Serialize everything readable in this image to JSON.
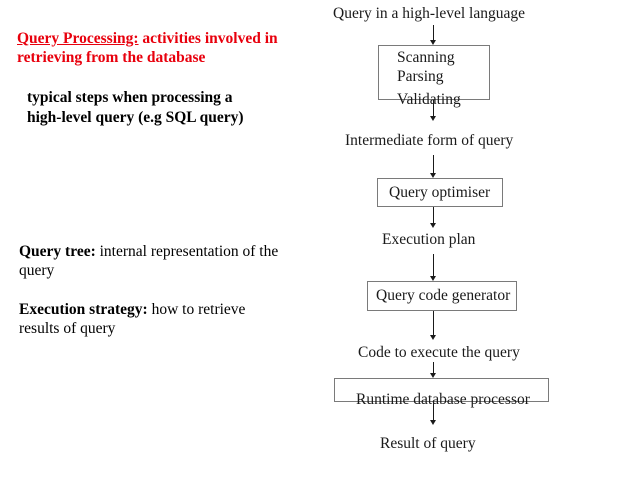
{
  "notes": {
    "query_processing": {
      "lead": "Query Processing:",
      "rest": " activities involved in retrieving from the database"
    },
    "typical_steps": {
      "text": "typical steps when processing a high-level query (e.g SQL query)"
    },
    "query_tree": {
      "term": "Query tree:",
      "rest": " internal representation of the query"
    },
    "execution_strategy": {
      "term": "Execution strategy:",
      "rest": " how to retrieve results of query"
    }
  },
  "flowchart": {
    "labels": {
      "query_high_level": "Query in a high-level language",
      "intermediate": "Intermediate form of query",
      "execution_plan": "Execution plan",
      "code_to_execute": "Code to execute the query",
      "result": "Result of query"
    },
    "boxes": {
      "scanning": {
        "line1": "Scanning",
        "line2": "Parsing",
        "line3": "Validating"
      },
      "optimiser": {
        "line1": "Query optimiser"
      },
      "codegen": {
        "line1": "Query code generator"
      },
      "runtime": {
        "line1": "Runtime database processor"
      }
    }
  },
  "colors": {
    "accent_red": "#e8000d",
    "text_black": "#1a1a1a",
    "box_border": "#7a7a7a",
    "background": "#ffffff"
  }
}
